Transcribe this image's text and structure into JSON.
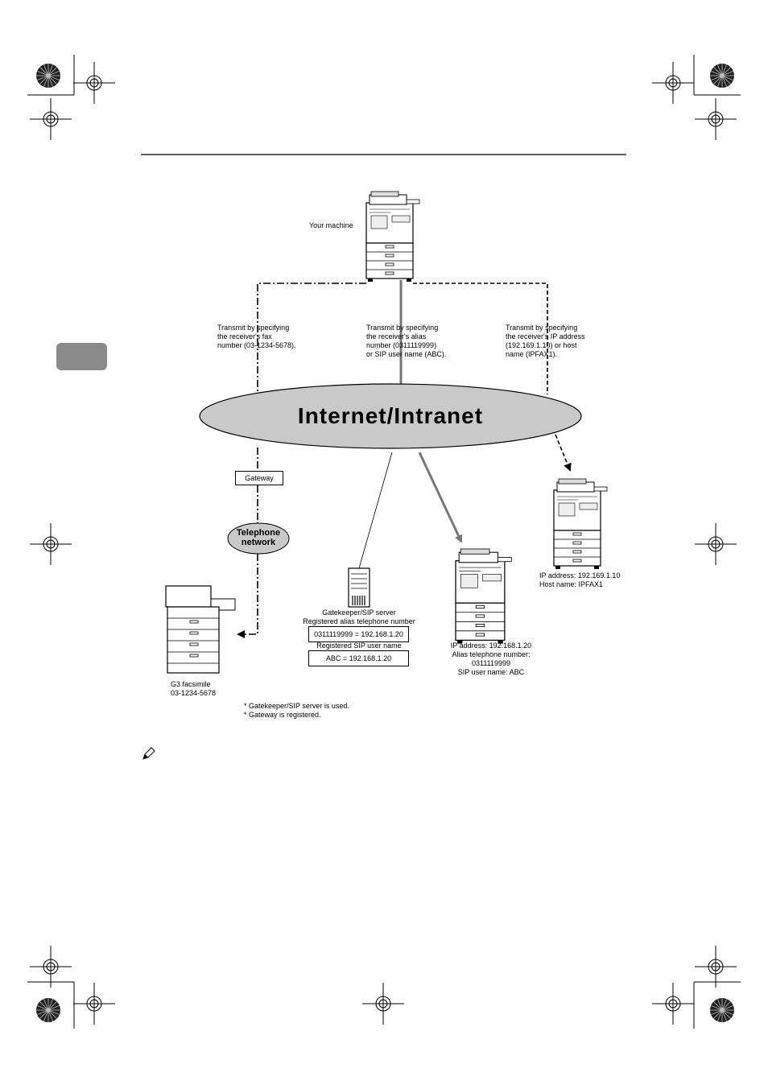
{
  "diagram": {
    "your_machine_label": "Your machine",
    "paths": {
      "left": {
        "lines": [
          "Transmit by specifying",
          "the receiver's fax",
          "number (03-1234-5678)."
        ]
      },
      "center": {
        "lines": [
          "Transmit by specifying",
          "the receiver's alias",
          "number (0311119999)",
          "or SIP user name (ABC)."
        ]
      },
      "right": {
        "lines": [
          "Transmit by specifying",
          "the receiver's IP address",
          "(192.169.1.10) or host",
          "name (IPFAX1)."
        ]
      }
    },
    "network_label": "Internet/Intranet",
    "gateway_label": "Gateway",
    "telephone_network": [
      "Telephone",
      "network"
    ],
    "server": {
      "title_lines": [
        "Gatekeeper/SIP server",
        "Registered alias telephone number"
      ],
      "alias_entry": "0311119999 = 192.168.1.20",
      "sip_heading": "Registered SIP user name",
      "sip_entry": "ABC = 192.168.1.20"
    },
    "g3_fax": [
      "G3 facsimile",
      "03-1234-5678"
    ],
    "machine_center": [
      "IP address: 192.168.1.20",
      "Alias telephone number:",
      "0311119999",
      "SIP user name: ABC"
    ],
    "machine_right": [
      "IP address: 192.169.1.10",
      "Host name: IPFAX1"
    ],
    "footnotes": [
      "* Gatekeeper/SIP server is used.",
      "* Gateway is registered."
    ]
  },
  "colors": {
    "ellipse_fill": "#c9c9c9",
    "gray_line": "#777777",
    "tab": "#8a8a8a"
  },
  "icons": [
    "registration-mark-icon",
    "color-wheel-icon",
    "printer-icon",
    "server-icon",
    "note-pencil-icon"
  ]
}
